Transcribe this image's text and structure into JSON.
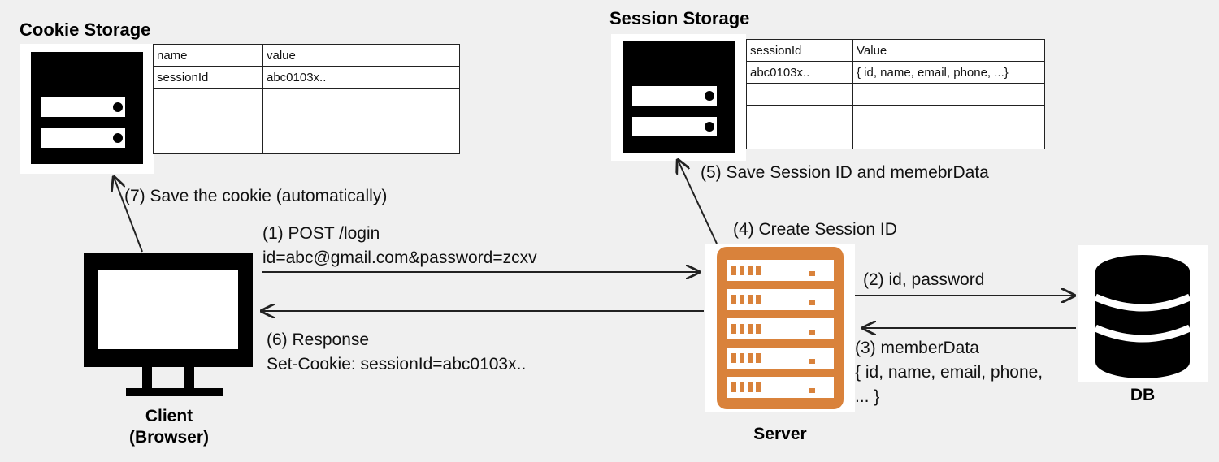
{
  "cookie_storage": {
    "title": "Cookie Storage",
    "table": {
      "headers": [
        "name",
        "value"
      ],
      "rows": [
        [
          "sessionId",
          "abc0103x.."
        ],
        [
          "",
          ""
        ],
        [
          "",
          ""
        ],
        [
          "",
          ""
        ]
      ]
    }
  },
  "session_storage": {
    "title": "Session Storage",
    "table": {
      "headers": [
        "sessionId",
        "Value"
      ],
      "rows": [
        [
          "abc0103x..",
          "{ id, name, email, phone, ...}"
        ],
        [
          "",
          ""
        ],
        [
          "",
          ""
        ],
        [
          "",
          ""
        ]
      ]
    }
  },
  "nodes": {
    "client_line1": "Client",
    "client_line2": "(Browser)",
    "server": "Server",
    "db": "DB"
  },
  "steps": {
    "s1_line1": "(1) POST /login",
    "s1_line2": "id=abc@gmail.com&password=zcxv",
    "s2": "(2) id, password",
    "s3_line1": "(3) memberData",
    "s3_line2": "{ id, name, email, phone,",
    "s3_line3": "... }",
    "s4": "(4) Create Session ID",
    "s5": "(5) Save Session ID and memebrData",
    "s6_line1": "(6)  Response",
    "s6_line2": "Set-Cookie: sessionId=abc0103x..",
    "s7": "(7) Save the cookie (automatically)"
  },
  "colors": {
    "server": "#d9823b",
    "icon": "#000000",
    "line": "#222222"
  }
}
